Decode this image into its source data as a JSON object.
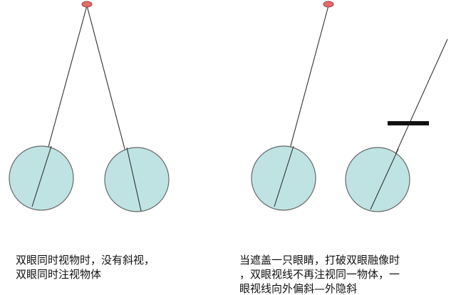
{
  "colors": {
    "eye_fill": "#bfe3e3",
    "eye_stroke": "#666666",
    "sight_line": "#333333",
    "target_fill": "#e56a6a",
    "target_stroke": "#a04040",
    "occluder": "#111111"
  },
  "panels": {
    "left": {
      "caption_lines": [
        "双眼同时视物时，没有斜视，",
        "双眼同时注视物体"
      ]
    },
    "right": {
      "caption_lines": [
        "当遮盖一只眼睛，打破双眼融像时",
        "，双眼视线不再注视同一物体，一",
        "眼视线向外偏斜—外隐斜"
      ]
    }
  }
}
